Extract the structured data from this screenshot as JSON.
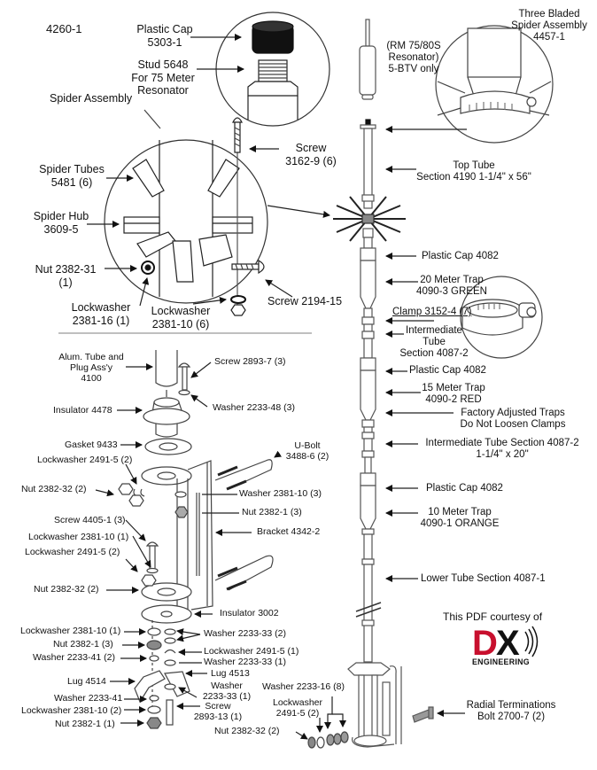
{
  "diagram": {
    "part_number": "4260-1",
    "labels": {
      "plastic_cap_top": [
        "Plastic Cap",
        "5303-1"
      ],
      "stud": [
        "Stud 5648",
        "For 75 Meter",
        "Resonator"
      ],
      "spider_assembly": "Spider Assembly",
      "screw_3162": [
        "Screw",
        "3162-9 (6)"
      ],
      "spider_tubes": [
        "Spider Tubes",
        "5481 (6)"
      ],
      "spider_hub": [
        "Spider Hub",
        "3609-5"
      ],
      "nut_2382_31": [
        "Nut 2382-31",
        "(1)"
      ],
      "lockwasher_2381_16": [
        "Lockwasher",
        "2381-16 (1)"
      ],
      "lockwasher_2381_10_6": [
        "Lockwasher",
        "2381-10 (6)"
      ],
      "screw_2194": "Screw 2194-15",
      "resonator": [
        "(RM 75/80S",
        "Resonator)",
        "5-BTV only"
      ],
      "three_bladed": [
        "Three Bladed",
        "Spider Assembly",
        "4457-1"
      ],
      "top_tube": [
        "Top Tube",
        "Section 4190 1-1/4\" x 56\""
      ],
      "plastic_cap_1": "Plastic Cap 4082",
      "trap_20m": [
        "20 Meter Trap",
        "4090-3 GREEN"
      ],
      "clamp": "Clamp 3152-4 (7)",
      "intermediate_tube_1": [
        "Intermediate",
        "Tube",
        "Section 4087-2"
      ],
      "plastic_cap_2": "Plastic Cap 4082",
      "trap_15m": [
        "15 Meter Trap",
        "4090-2 RED"
      ],
      "factory_adjusted": [
        "Factory Adjusted Traps",
        "Do Not Loosen Clamps"
      ],
      "intermediate_tube_2": [
        "Intermediate Tube Section 4087-2",
        "1-1/4\" x 20\""
      ],
      "plastic_cap_3": "Plastic  Cap 4082",
      "trap_10m": [
        "10 Meter Trap",
        "4090-1 ORANGE"
      ],
      "lower_tube": "Lower Tube Section 4087-1",
      "courtesy": "This PDF courtesy of",
      "radial_terminations": [
        "Radial Terminations",
        "Bolt 2700-7 (2)"
      ],
      "alum_tube": [
        "Alum. Tube and",
        "Plug  Ass'y",
        "4100"
      ],
      "screw_2893_7": "Screw 2893-7 (3)",
      "insulator_4478": "Insulator 4478",
      "washer_2233_48": "Washer 2233-48 (3)",
      "gasket": "Gasket 9433",
      "lockwasher_2491_5_a": "Lockwasher 2491-5 (2)",
      "u_bolt": [
        "U-Bolt",
        "3488-6 (2)"
      ],
      "nut_2382_32_a": "Nut 2382-32 (2)",
      "washer_2381_10": "Washer 2381-10 (3)",
      "nut_2382_1_a": "Nut 2382-1 (3)",
      "screw_4405": "Screw 4405-1 (3)",
      "bracket": "Bracket 4342-2",
      "lockwasher_2381_10_1": "Lockwasher 2381-10 (1)",
      "lockwasher_2491_5_b": "Lockwasher 2491-5 (2)",
      "nut_2382_32_b": "Nut 2382-32 (2)",
      "insulator_3002": "Insulator 3002",
      "lockwasher_2381_10_1b": "Lockwasher 2381-10 (1)",
      "washer_2233_33_2": "Washer 2233-33 (2)",
      "nut_2382_1_b": "Nut 2382-1 (3)",
      "lockwasher_2491_5_c": "Lockwasher 2491-5 (1)",
      "washer_2233_41_2": "Washer 2233-41 (2)",
      "washer_2233_33_1": "Washer 2233-33 (1)",
      "lug_4513": "Lug 4513",
      "lug_4514": "Lug 4514",
      "washer_2233_33_1b": [
        "Washer",
        "2233-33 (1)"
      ],
      "washer_2233_41": "Washer 2233-41",
      "screw_2893_13": [
        "Screw",
        "2893-13 (1)"
      ],
      "lockwasher_2381_10_2": "Lockwasher 2381-10 (2)",
      "nut_2382_1_c": "Nut 2382-1 (1)",
      "washer_2233_16": "Washer 2233-16 (8)",
      "lockwasher_2491_5_d": [
        "Lockwasher",
        "2491-5 (2)"
      ],
      "nut_2382_32_c": "Nut 2382-32 (2)"
    },
    "logo": {
      "brand_letters": "DX",
      "brand_word": "ENGINEERING",
      "accent_color": "#c8102e",
      "dark_color": "#111111"
    }
  }
}
